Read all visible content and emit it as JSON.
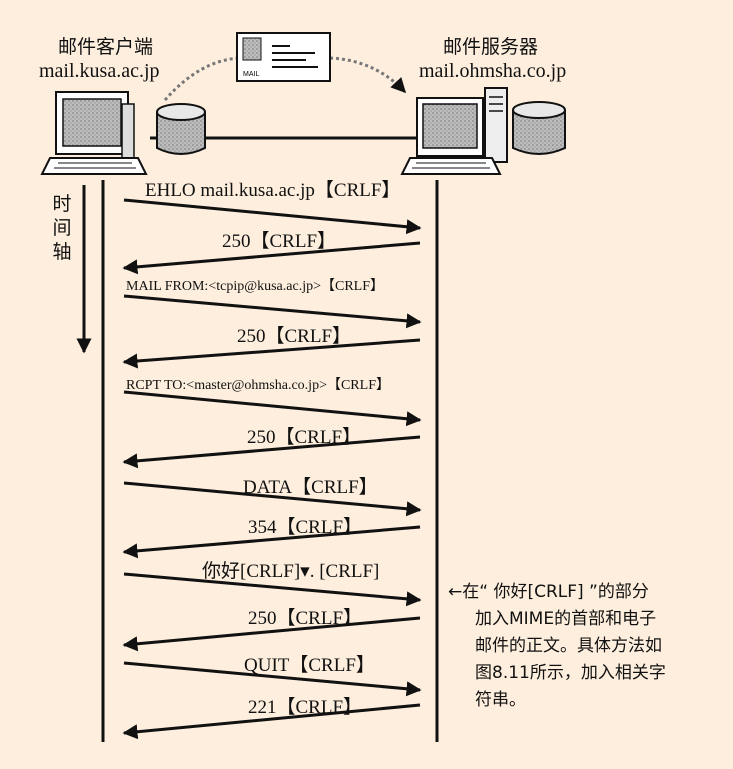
{
  "client": {
    "title": "邮件客户端",
    "hostname": "mail.kusa.ac.jp"
  },
  "server": {
    "title": "邮件服务器",
    "hostname": "mail.ohmsha.co.jp"
  },
  "envelope_label": "MAIL",
  "time_axis_label": "时间轴",
  "messages": [
    {
      "text": "EHLO mail.kusa.ac.jp【CRLF】",
      "direction": "to-server"
    },
    {
      "text": "250【CRLF】",
      "direction": "to-client"
    },
    {
      "text": "MAIL FROM:<tcpip@kusa.ac.jp>【CRLF】",
      "direction": "to-server"
    },
    {
      "text": "250【CRLF】",
      "direction": "to-client"
    },
    {
      "text": "RCPT TO:<master@ohmsha.co.jp>【CRLF】",
      "direction": "to-server"
    },
    {
      "text": "250【CRLF】",
      "direction": "to-client"
    },
    {
      "text": "DATA【CRLF】",
      "direction": "to-server"
    },
    {
      "text": "354【CRLF】",
      "direction": "to-client"
    },
    {
      "text": "你好[CRLF]▾. [CRLF]",
      "direction": "to-server"
    },
    {
      "text": "250【CRLF】",
      "direction": "to-client"
    },
    {
      "text": "QUIT【CRLF】",
      "direction": "to-server"
    },
    {
      "text": "221【CRLF】",
      "direction": "to-client"
    }
  ],
  "note": {
    "line1": "←在“ 你好[CRLF] ”的部分",
    "line2": "加入MIME的首部和电子",
    "line3": "邮件的正文。具体方法如",
    "line4": "图8.11所示，加入相关字",
    "line5": "符串。"
  },
  "colors": {
    "background": "#fdeedd",
    "ink": "#111111"
  }
}
